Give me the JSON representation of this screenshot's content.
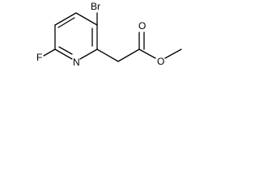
{
  "molecule": {
    "atoms": {
      "bromine": "Br",
      "fluorine": "F",
      "nitrogen": "N",
      "ester_oxygen_double": "O",
      "ester_oxygen_single": "O"
    },
    "colors": {
      "stroke": "#000000",
      "background": "#ffffff"
    }
  }
}
